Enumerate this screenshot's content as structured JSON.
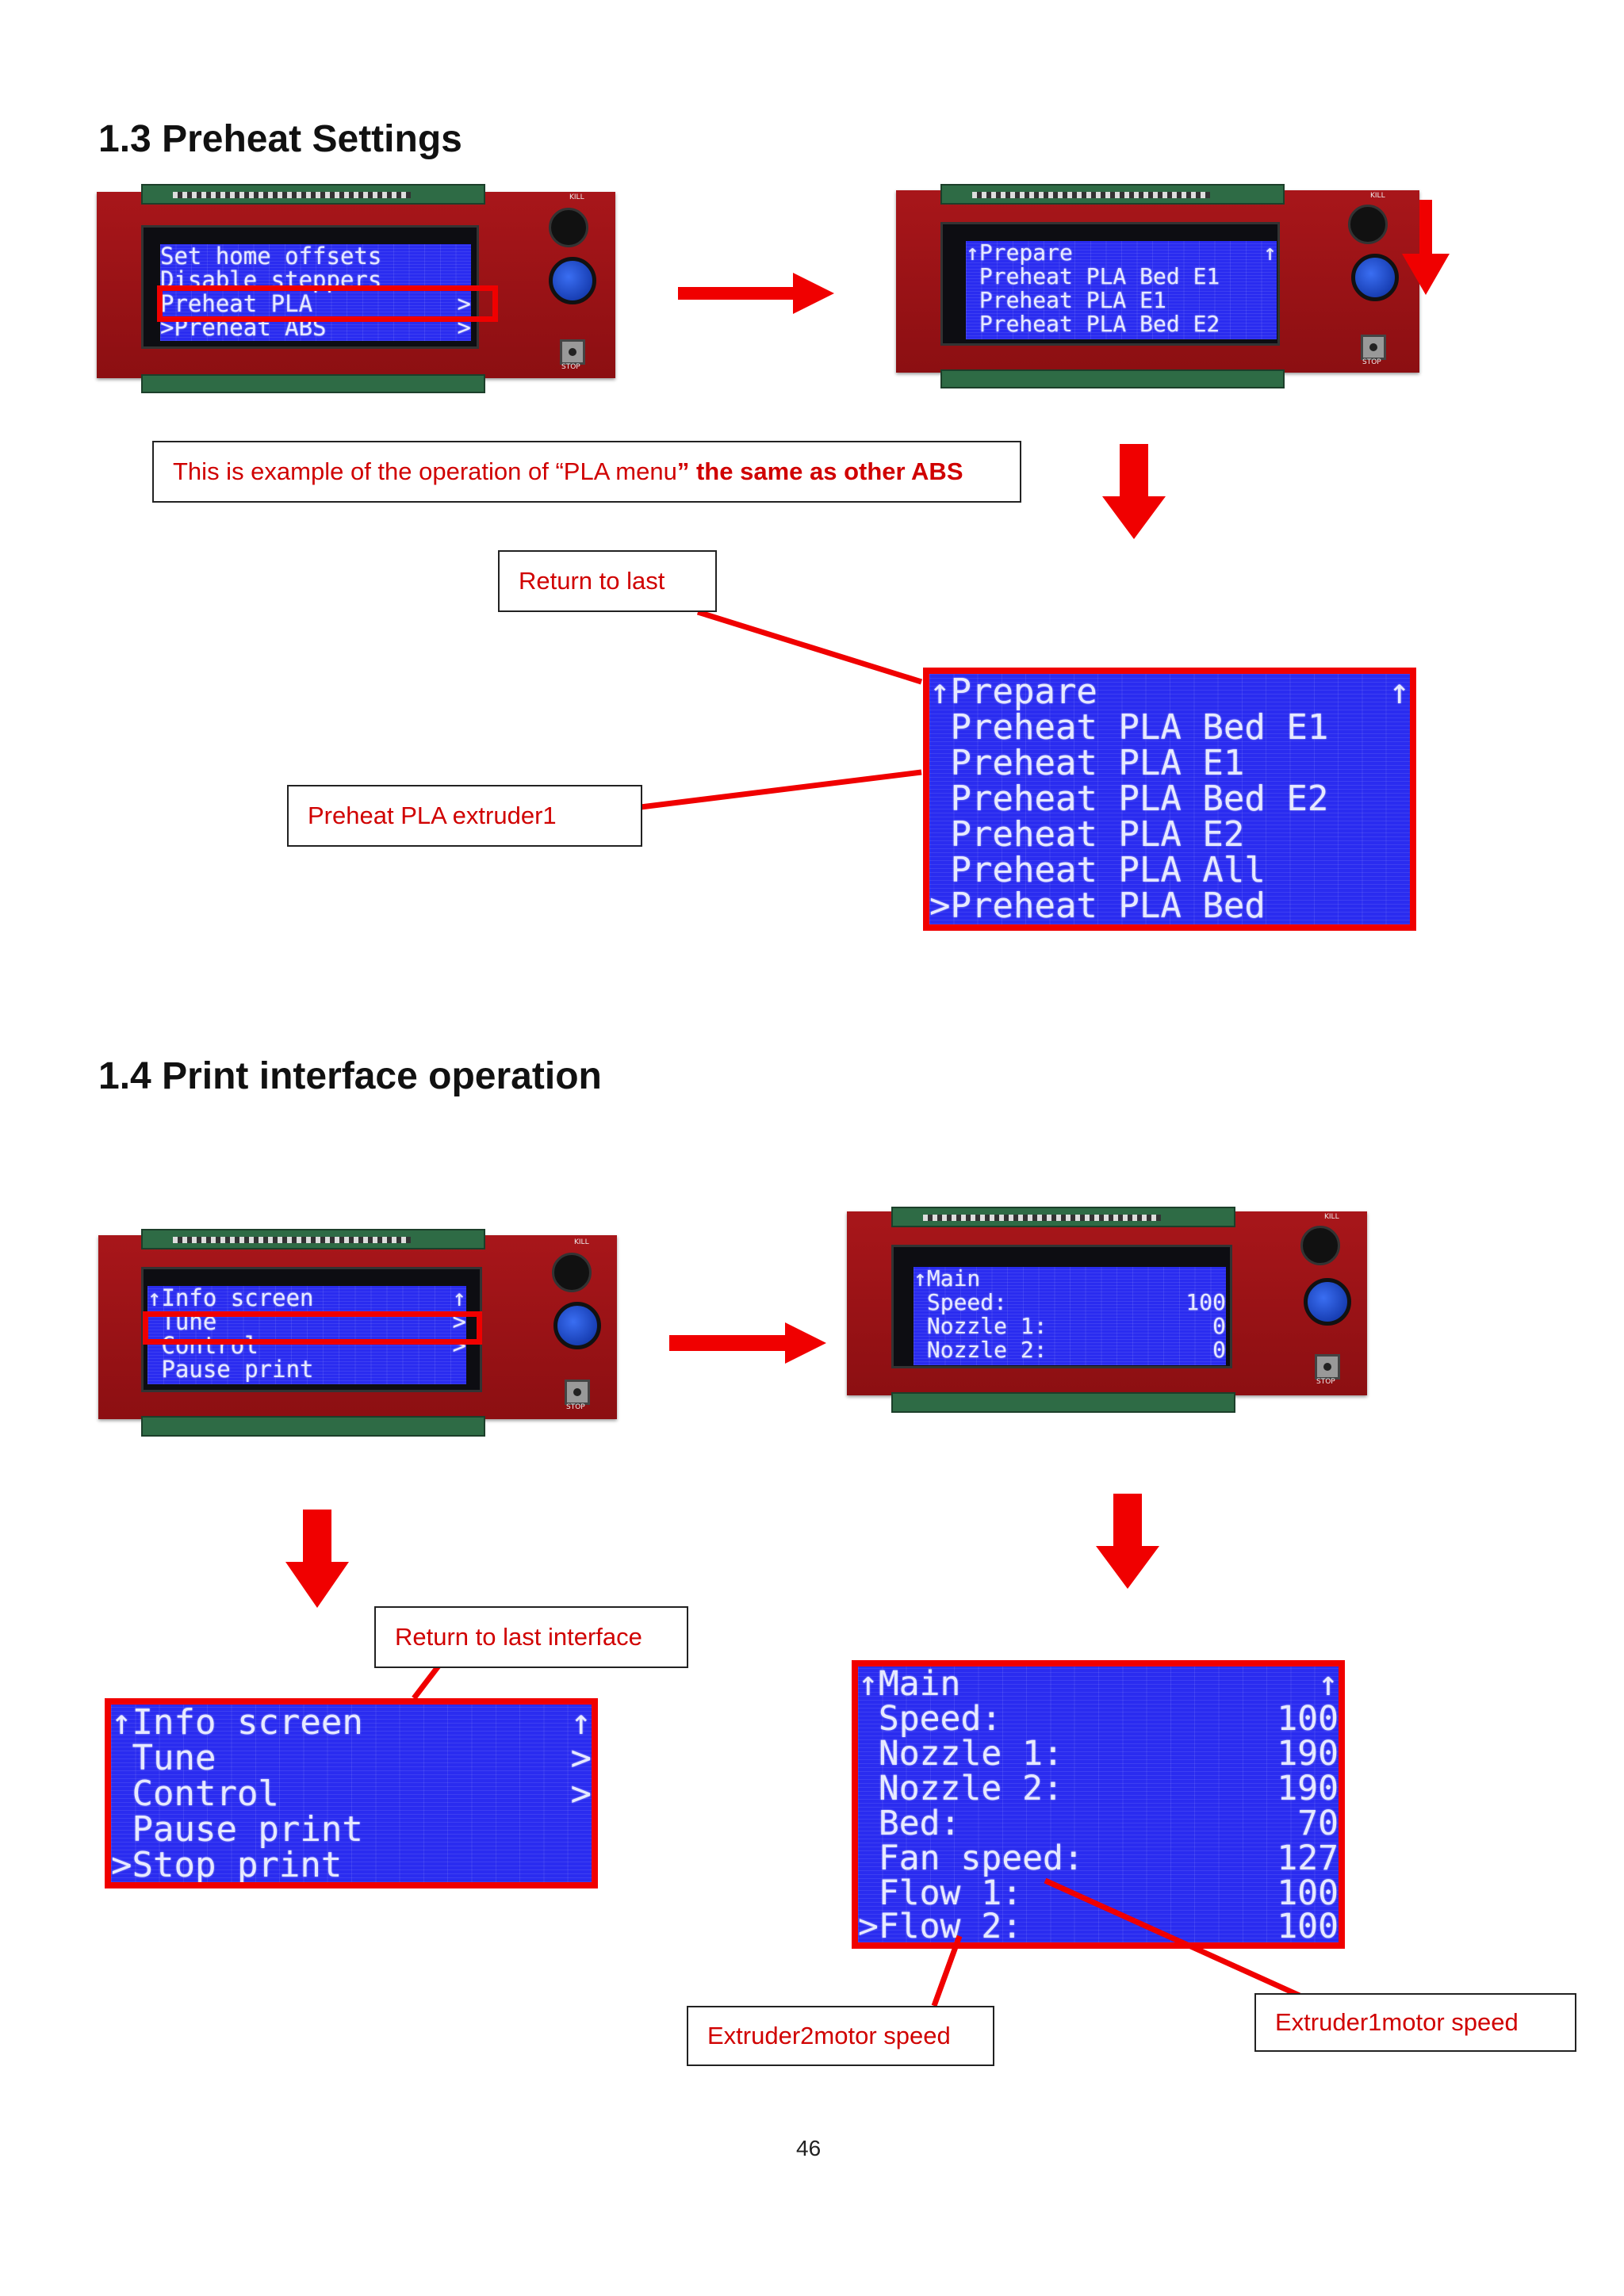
{
  "sections": [
    {
      "heading": "1.3 Preheat Settings"
    },
    {
      "heading": "1.4 Print interface operation"
    }
  ],
  "callouts": {
    "pla_note_plain": "This is example of the operation of “PLA menu",
    "pla_note_bold": "” the same as other ABS",
    "return_last": "Return  to  last",
    "preheat_extruder": "Preheat PLA extruder1",
    "return_last_interface": "Return to last interface",
    "extruder2": "Extruder2motor speed",
    "extruder1": "Extruder1motor speed"
  },
  "board_labels": {
    "stop": "STOP",
    "kill": "KILL"
  },
  "screens": {
    "s1": [
      "Set home offsets",
      "Disable steppers",
      "Preheat PLA",
      ">Preheat ABS"
    ],
    "s1_right": [
      "",
      "",
      ">",
      ">"
    ],
    "s2": [
      "↑Prepare",
      " Preheat PLA Bed E1",
      " Preheat PLA E1",
      " Preheat PLA Bed E2"
    ],
    "s2_right": [
      "↑",
      "",
      "",
      ""
    ],
    "s3": [
      "↑Prepare",
      " Preheat PLA Bed E1",
      " Preheat PLA E1",
      " Preheat PLA Bed E2",
      " Preheat PLA E2",
      " Preheat PLA All",
      ">Preheat PLA Bed"
    ],
    "s3_right": [
      "↑",
      "",
      "",
      "",
      "",
      "",
      ""
    ],
    "s4": [
      "↑Info screen",
      " Tune",
      " Control",
      " Pause print"
    ],
    "s4_right": [
      "↑",
      ">",
      ">",
      ""
    ],
    "s5": [
      "↑Main",
      " Speed:",
      " Nozzle 1:",
      " Nozzle 2:"
    ],
    "s5_right": [
      "",
      "100",
      "0",
      "0"
    ],
    "s6": [
      "↑Info screen",
      " Tune",
      " Control",
      " Pause print",
      ">Stop print"
    ],
    "s6_right": [
      "↑",
      ">",
      ">",
      "",
      ""
    ],
    "s7": [
      "↑Main",
      " Speed:",
      " Nozzle 1:",
      " Nozzle 2:",
      " Bed:",
      " Fan speed:",
      " Flow 1:",
      ">Flow 2:"
    ],
    "s7_right": [
      "↑",
      "100",
      "190",
      "190",
      "70",
      "127",
      "100",
      "100"
    ]
  },
  "page_number": "46",
  "colors": {
    "annotation_red": "#f00000",
    "lcd_blue": "#2a2cf0",
    "board_red": "#a8161a"
  }
}
